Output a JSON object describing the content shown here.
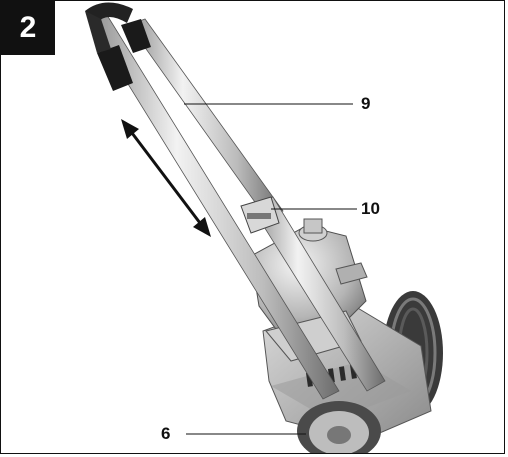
{
  "figure": {
    "number": "2",
    "callouts": [
      {
        "id": "handle",
        "label": "9"
      },
      {
        "id": "clamp",
        "label": "10"
      },
      {
        "id": "wheel",
        "label": "6"
      }
    ]
  },
  "colors": {
    "frame": "#111111",
    "metal_light": "#e6e6e6",
    "metal_mid": "#b9b9b9",
    "metal_dark": "#6f6f6f",
    "grip": "#1a1a1a"
  },
  "icons": [
    "double-arrow-icon"
  ]
}
